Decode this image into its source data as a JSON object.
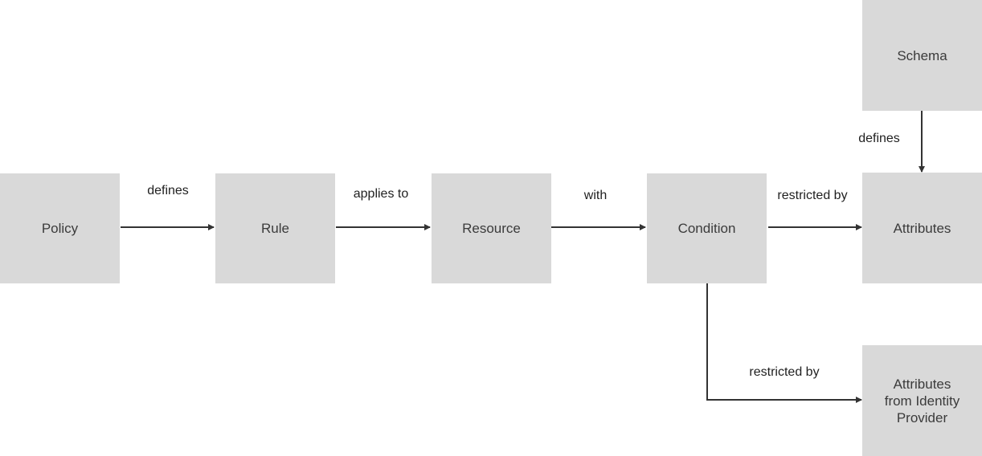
{
  "nodes": {
    "policy": "Policy",
    "rule": "Rule",
    "resource": "Resource",
    "condition": "Condition",
    "attributes": "Attributes",
    "schema": "Schema",
    "idp_attributes": "Attributes\nfrom Identity\nProvider"
  },
  "edges": {
    "policy_rule": "defines",
    "rule_resource": "applies to",
    "resource_condition": "with",
    "condition_attributes": "restricted by",
    "schema_attributes": "defines",
    "condition_idp": "restricted by"
  },
  "colors": {
    "node_fill": "#d9d9d9",
    "node_text": "#3b3b3b",
    "edge": "#333333",
    "label_text": "#1f1f1f"
  }
}
